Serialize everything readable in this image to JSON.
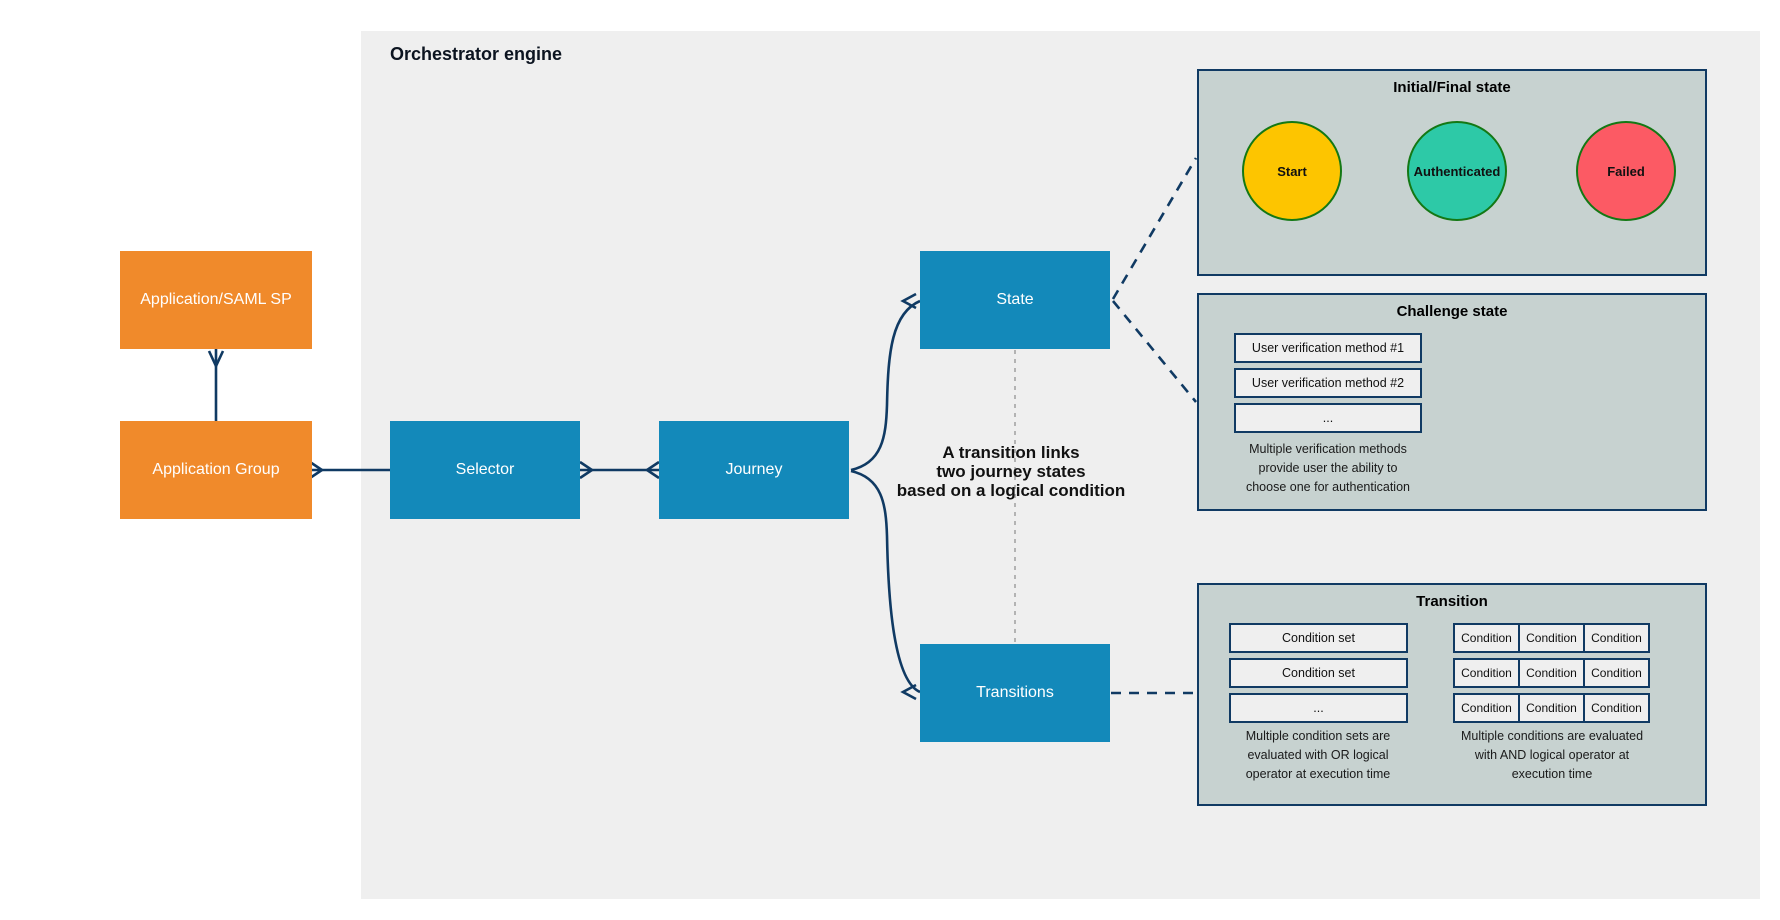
{
  "header": {
    "title": "Orchestrator engine"
  },
  "flow": {
    "app_saml_label": "Application/SAML SP",
    "app_group_label": "Application Group",
    "selector_label": "Selector",
    "journey_label": "Journey",
    "state_label": "State",
    "transitions_label": "Transitions",
    "annotation": "A transition links\ntwo journey states\nbased on a logical condition"
  },
  "panels": {
    "initial_final": {
      "title": "Initial/Final state",
      "states": [
        {
          "label": "Start",
          "color": "#fdc500"
        },
        {
          "label": "Authenticated",
          "color": "#2dc9a7"
        },
        {
          "label": "Failed",
          "color": "#fc5a64"
        }
      ]
    },
    "challenge": {
      "title": "Challenge state",
      "methods": [
        "User verification method #1",
        "User verification method #2",
        "..."
      ],
      "caption": "Multiple verification methods\nprovide user the ability to\nchoose one for authentication"
    },
    "transition": {
      "title": "Transition",
      "condition_sets": [
        "Condition set",
        "Condition set",
        "..."
      ],
      "conditions": [
        [
          "Condition",
          "Condition",
          "Condition"
        ],
        [
          "Condition",
          "Condition",
          "Condition"
        ],
        [
          "Condition",
          "Condition",
          "Condition"
        ]
      ],
      "caption_or": "Multiple condition sets are\nevaluated with OR logical\noperator at execution time",
      "caption_and": "Multiple conditions are evaluated\nwith AND logical operator at\nexecution time"
    }
  },
  "colors": {
    "engine_background": "#efefef",
    "panel_background": "#c7d2d0",
    "node_blue": "#1389ba",
    "node_orange": "#f08a2b",
    "line_navy": "#103a63",
    "inner_box_background": "#efefef",
    "circle_border_green": "#147814",
    "start_fill": "#fdc500",
    "authenticated_fill": "#2dc9a7",
    "failed_fill": "#fc5a64",
    "gray_dashed_line": "#b3b3b3"
  }
}
